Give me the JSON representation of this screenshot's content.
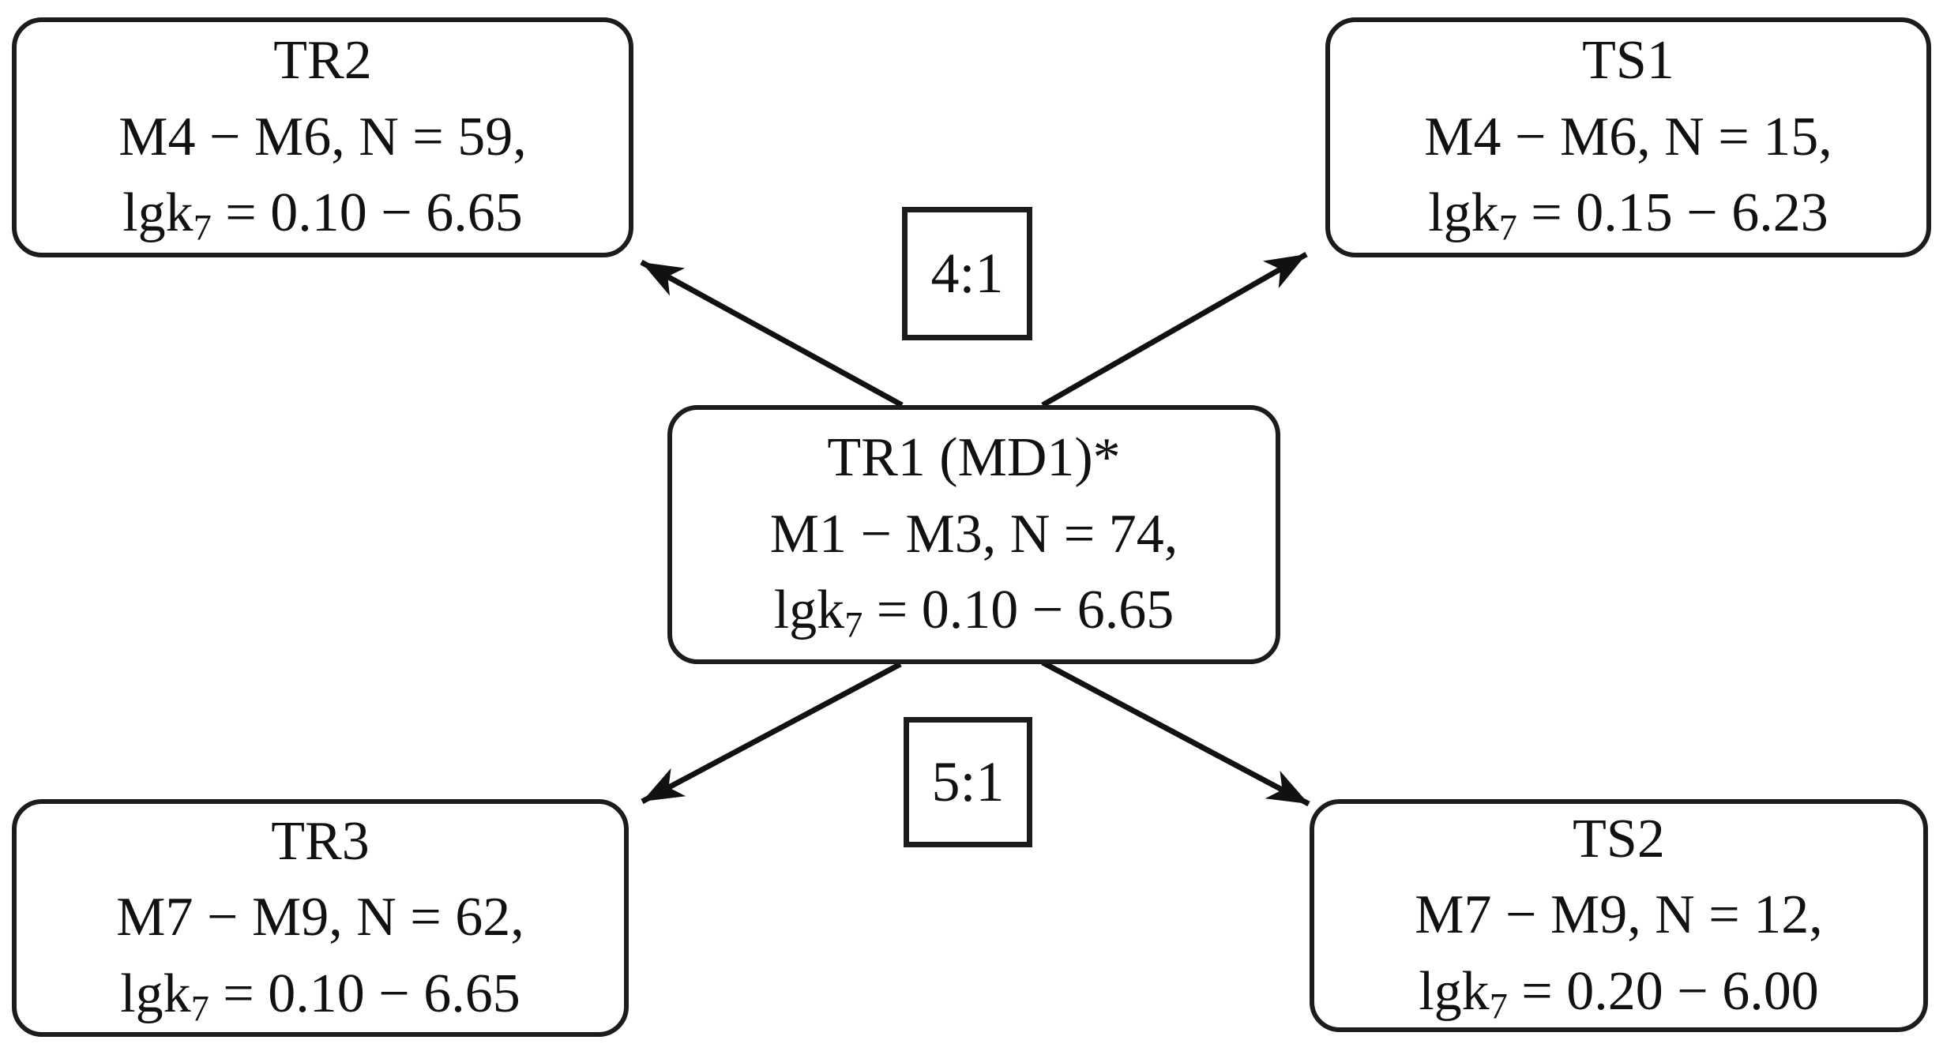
{
  "diagram": {
    "title": "dataset-split-flowchart",
    "colors": {
      "border": "#1c1c1c",
      "text": "#111111",
      "background": "#ffffff",
      "arrow": "#111111"
    },
    "nodes": [
      {
        "id": "tr2",
        "position": "top-left",
        "title": "TR2",
        "line2": "M4 − M6, N = 59,",
        "line3_prefix": "lgk",
        "line3_sub": "7",
        "line3_rest": " = 0.10 − 6.65"
      },
      {
        "id": "ts1",
        "position": "top-right",
        "title": "TS1",
        "line2": "M4 − M6, N = 15,",
        "line3_prefix": "lgk",
        "line3_sub": "7",
        "line3_rest": " = 0.15 − 6.23"
      },
      {
        "id": "tr1",
        "position": "center",
        "title": "TR1 (MD1)*",
        "line2": "M1 − M3, N = 74,",
        "line3_prefix": "lgk",
        "line3_sub": "7",
        "line3_rest": " = 0.10 − 6.65"
      },
      {
        "id": "tr3",
        "position": "bottom-left",
        "title": "TR3",
        "line2": "M7 − M9, N = 62,",
        "line3_prefix": "lgk",
        "line3_sub": "7",
        "line3_rest": " = 0.10 − 6.65"
      },
      {
        "id": "ts2",
        "position": "bottom-right",
        "title": "TS2",
        "line2": "M7 − M9, N = 12,",
        "line3_prefix": "lgk",
        "line3_sub": "7",
        "line3_rest": " = 0.20 − 6.00"
      }
    ],
    "ratio_labels": [
      {
        "id": "ratio-top",
        "text": "4:1"
      },
      {
        "id": "ratio-bottom",
        "text": "5:1"
      }
    ],
    "edges": [
      {
        "from": "tr1",
        "to": "tr2"
      },
      {
        "from": "tr1",
        "to": "ts1"
      },
      {
        "from": "tr1",
        "to": "tr3"
      },
      {
        "from": "tr1",
        "to": "ts2"
      }
    ]
  }
}
